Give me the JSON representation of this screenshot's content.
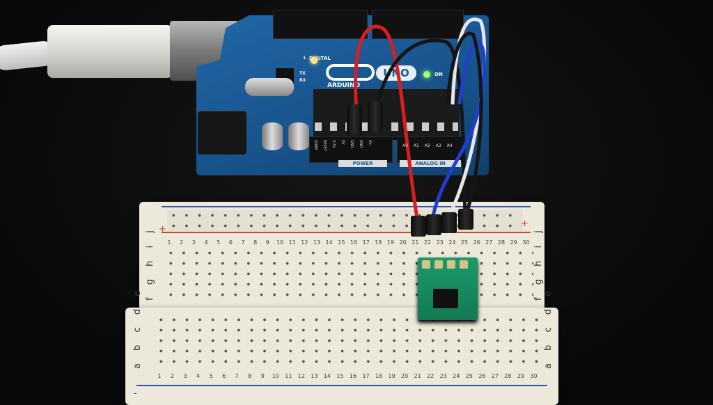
{
  "scene": {
    "arduino": {
      "logo": "ARDUINO",
      "model": "UNO",
      "on_label": "ON",
      "tx_label": "TX",
      "rx_label": "RX",
      "l_label": "L",
      "digital_label": "DIGITAL",
      "power_label": "POWER",
      "analog_label": "ANALOG IN",
      "power_pins": [
        "IOREF",
        "RESET",
        "3.3V",
        "5V",
        "GND",
        "GND",
        "Vin"
      ],
      "analog_pins": [
        "A0",
        "A1",
        "A2",
        "A3",
        "A4"
      ],
      "board_color": "#1a5a9a"
    },
    "breadboard": {
      "plus": "+",
      "minus": "-",
      "upper_letters": "f g h i j",
      "lower_letters": "a b c d e",
      "column_numbers": [
        "1",
        "2",
        "3",
        "4",
        "5",
        "6",
        "7",
        "8",
        "9",
        "10",
        "11",
        "12",
        "13",
        "14",
        "15",
        "16",
        "17",
        "18",
        "19",
        "20",
        "21",
        "22",
        "23",
        "24",
        "25",
        "26",
        "27",
        "28",
        "29",
        "30"
      ],
      "red_rail": "#d0452a",
      "blue_rail": "#2a4fbf"
    },
    "wires": {
      "red": "#d81e1e",
      "black": "#151515",
      "blue": "#1f3fd0",
      "white": "#e6e6e6"
    },
    "module": {
      "color": "#17885c"
    }
  }
}
